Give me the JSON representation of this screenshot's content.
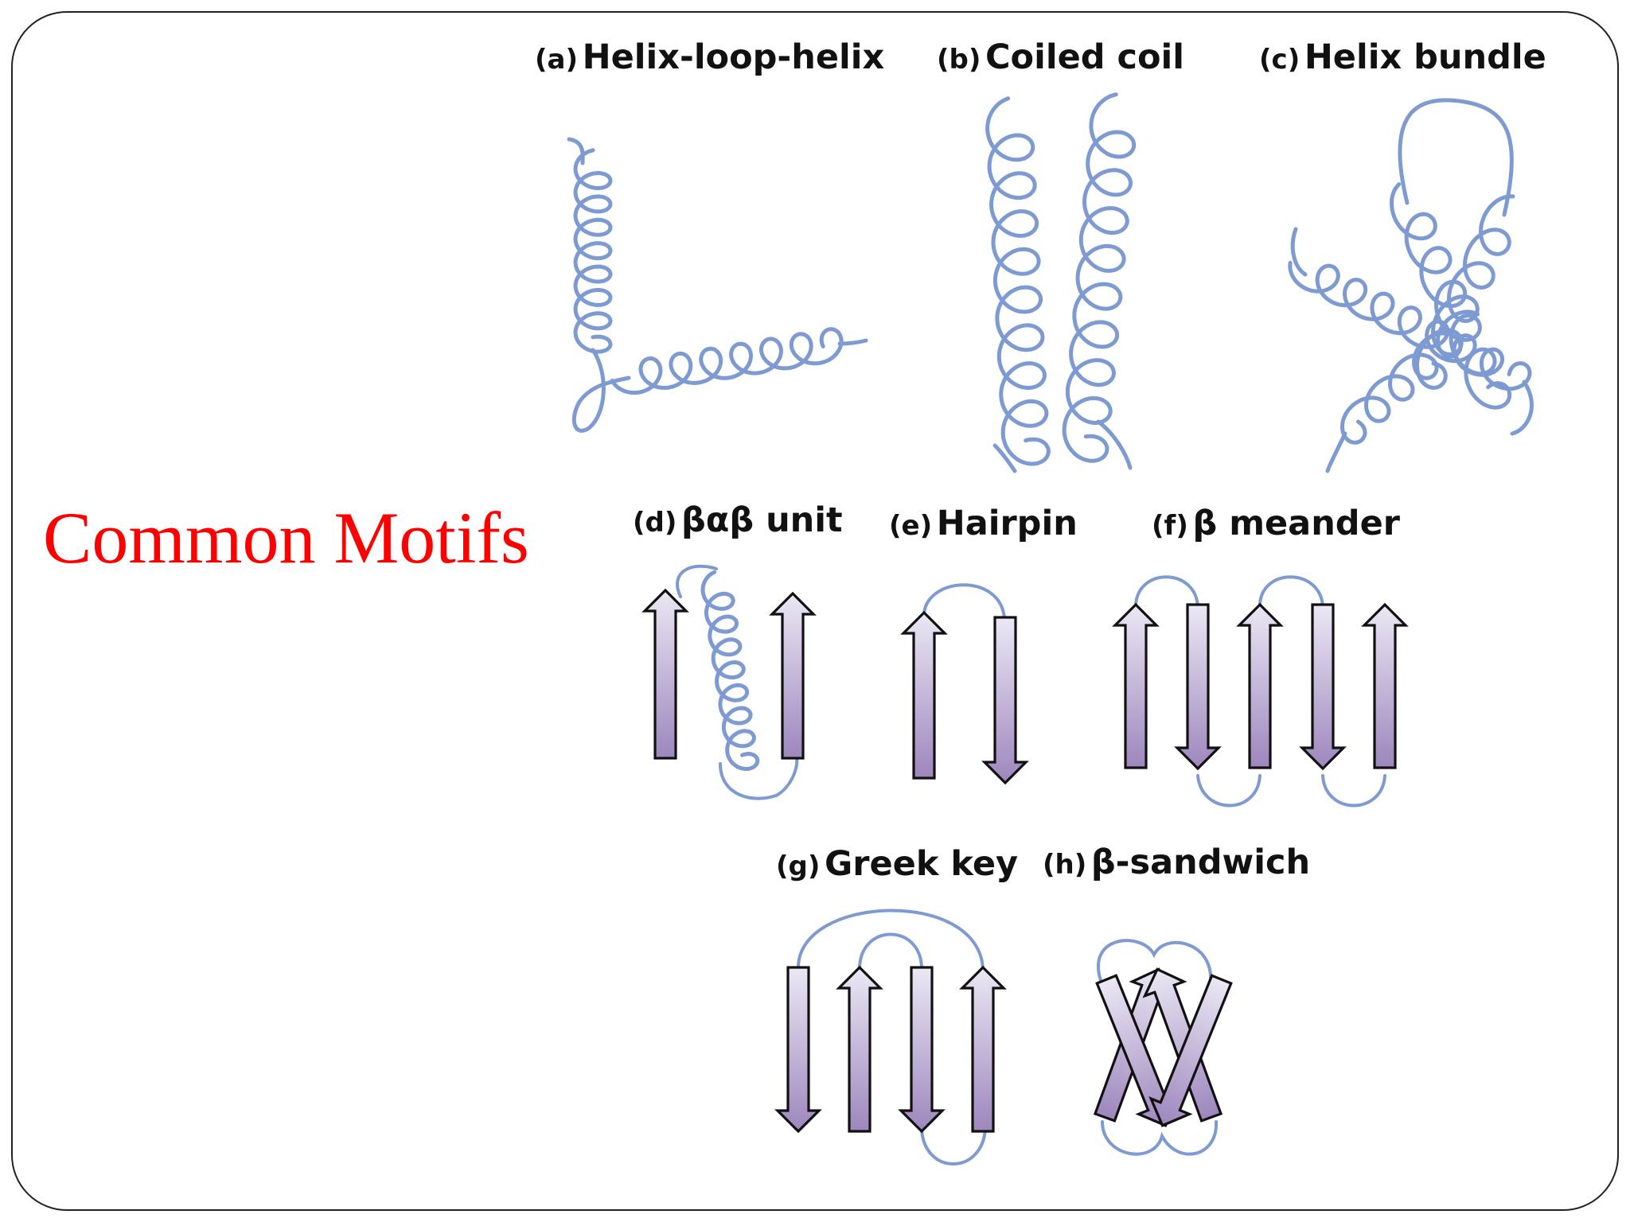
{
  "slide": {
    "title": "Common Motifs"
  },
  "colors": {
    "title": "#ff0000",
    "helix": "#7e9ad2",
    "strand_top": "#ebe8f4",
    "strand_bottom": "#9d86bd",
    "outline": "#111111"
  },
  "panels": {
    "a": {
      "letter": "(a)",
      "name": "Helix-loop-helix"
    },
    "b": {
      "letter": "(b)",
      "name": "Coiled coil"
    },
    "c": {
      "letter": "(c)",
      "name": "Helix bundle"
    },
    "d": {
      "letter": "(d)",
      "name": "βαβ unit"
    },
    "e": {
      "letter": "(e)",
      "name": "Hairpin"
    },
    "f": {
      "letter": "(f)",
      "name": "β meander"
    },
    "g": {
      "letter": "(g)",
      "name": "Greek key"
    },
    "h": {
      "letter": "(h)",
      "name": "β-sandwich"
    }
  }
}
